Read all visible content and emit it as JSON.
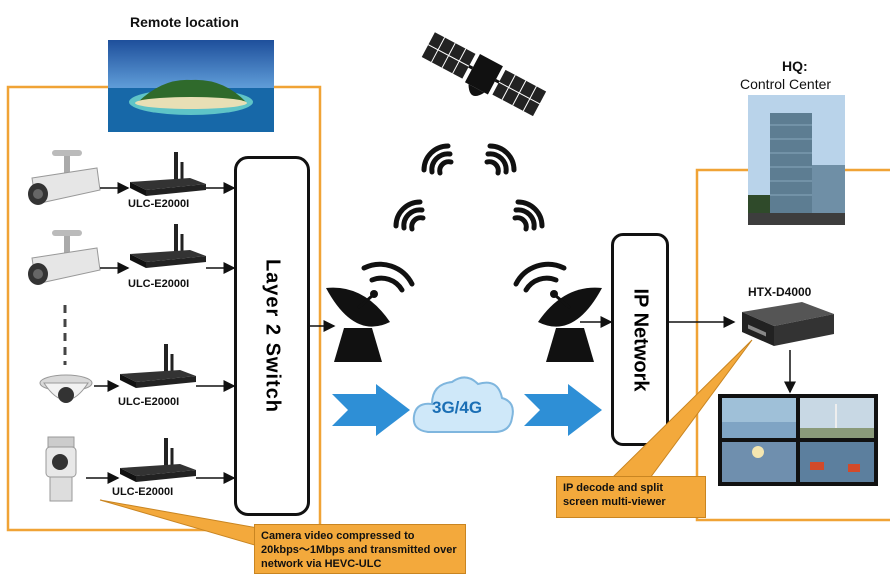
{
  "remote_location_label": "Remote location",
  "hq_label_line1": "HQ:",
  "hq_label_line2": "Control Center",
  "encoder_labels": [
    "ULC-E2000I",
    "ULC-E2000I",
    "ULC-E2000I",
    "ULC-E2000I"
  ],
  "switch_label": "Layer 2 Switch",
  "network_label": "IP Network",
  "cellular_label": "3G/4G",
  "decoder_label": "HTX-D4000",
  "callout_left": "Camera video compressed to 20kbps〜1Mbps and transmitted over network via HEVC-ULC",
  "callout_right": "IP decode and split screen multi-viewer",
  "colors": {
    "frame_orange": "#f0a336",
    "callout_fill": "#f3a93c",
    "arrow_blue": "#2e8fd6",
    "cloud_blue": "#bfe0f7"
  }
}
